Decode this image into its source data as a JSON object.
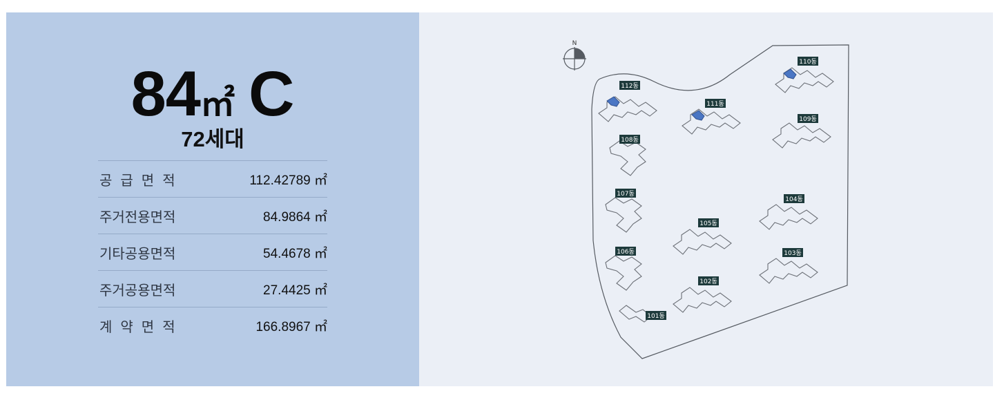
{
  "unit_type": {
    "size": "84",
    "unit": "㎡",
    "variant": "C",
    "households": "72세대"
  },
  "areas": [
    {
      "label": "공급면적",
      "value": "112.42789 ㎡"
    },
    {
      "label": "주거전용면적",
      "value": "84.9864 ㎡"
    },
    {
      "label": "기타공용면적",
      "value": "54.4678 ㎡"
    },
    {
      "label": "주거공용면적",
      "value": "27.4425 ㎡"
    },
    {
      "label": "계약면적",
      "value": "166.8967 ㎡"
    }
  ],
  "site_map": {
    "compass_label": "N",
    "buildings": [
      "112동",
      "111동",
      "110동",
      "109동",
      "108동",
      "107동",
      "104동",
      "105동",
      "106동",
      "103동",
      "102동",
      "101동"
    ],
    "highlighted": [
      "112동",
      "111동",
      "110동"
    ],
    "highlight_color": "#4a76c4"
  },
  "colors": {
    "info_bg": "#b7cbe6",
    "map_bg": "#ebeff6",
    "label_bg": "#1d3a3b"
  }
}
